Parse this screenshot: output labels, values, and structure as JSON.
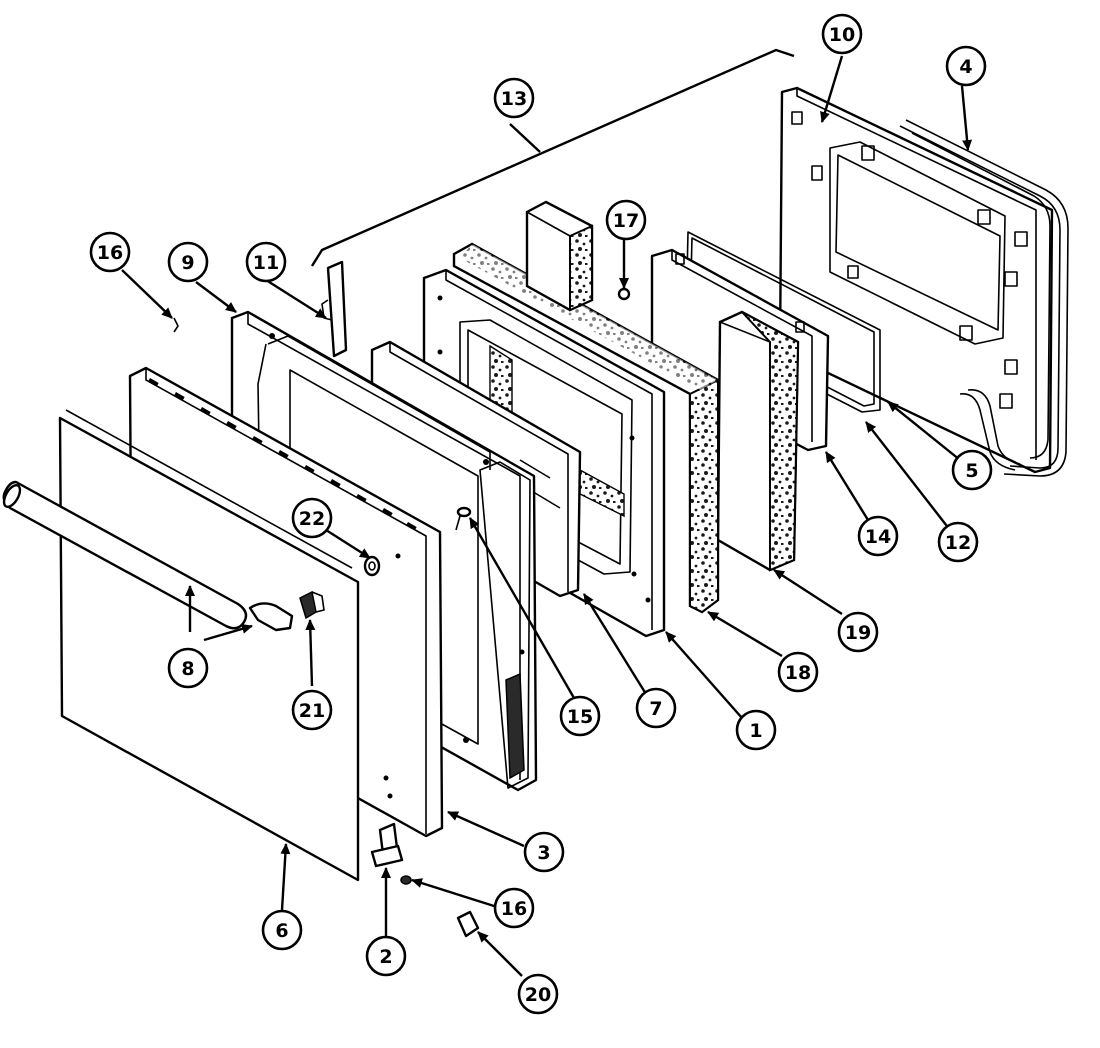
{
  "callouts": [
    {
      "id": "1",
      "label": "1"
    },
    {
      "id": "2",
      "label": "2"
    },
    {
      "id": "3",
      "label": "3"
    },
    {
      "id": "4",
      "label": "4"
    },
    {
      "id": "5",
      "label": "5"
    },
    {
      "id": "6",
      "label": "6"
    },
    {
      "id": "7",
      "label": "7"
    },
    {
      "id": "8",
      "label": "8"
    },
    {
      "id": "9",
      "label": "9"
    },
    {
      "id": "10",
      "label": "10"
    },
    {
      "id": "11",
      "label": "11"
    },
    {
      "id": "12",
      "label": "12"
    },
    {
      "id": "13",
      "label": "13"
    },
    {
      "id": "14",
      "label": "14"
    },
    {
      "id": "15",
      "label": "15"
    },
    {
      "id": "16a",
      "label": "16"
    },
    {
      "id": "16b",
      "label": "16"
    },
    {
      "id": "17",
      "label": "17"
    },
    {
      "id": "18",
      "label": "18"
    },
    {
      "id": "19",
      "label": "19"
    },
    {
      "id": "20",
      "label": "20"
    },
    {
      "id": "21",
      "label": "21"
    },
    {
      "id": "22",
      "label": "22"
    }
  ]
}
